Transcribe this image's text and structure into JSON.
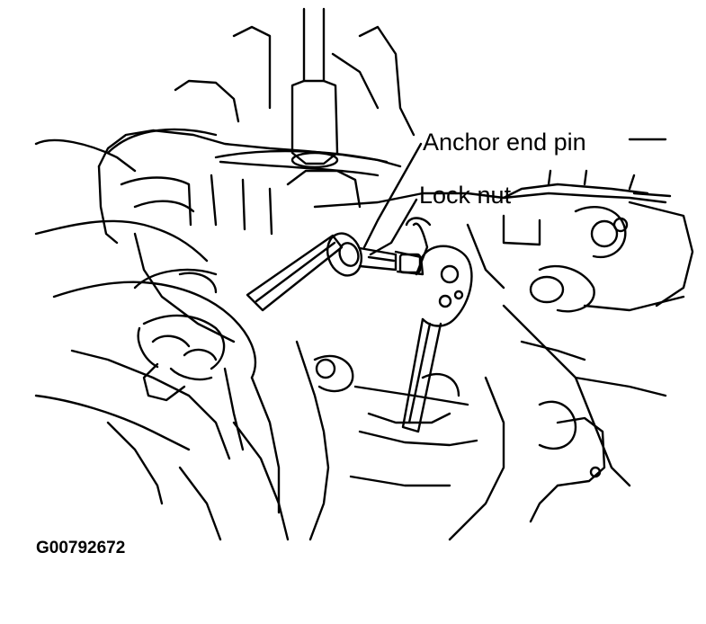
{
  "labels": {
    "anchor_end_pin": "Anchor end pin",
    "lock_nut": "Lock nut"
  },
  "figure_id": "G00792672"
}
